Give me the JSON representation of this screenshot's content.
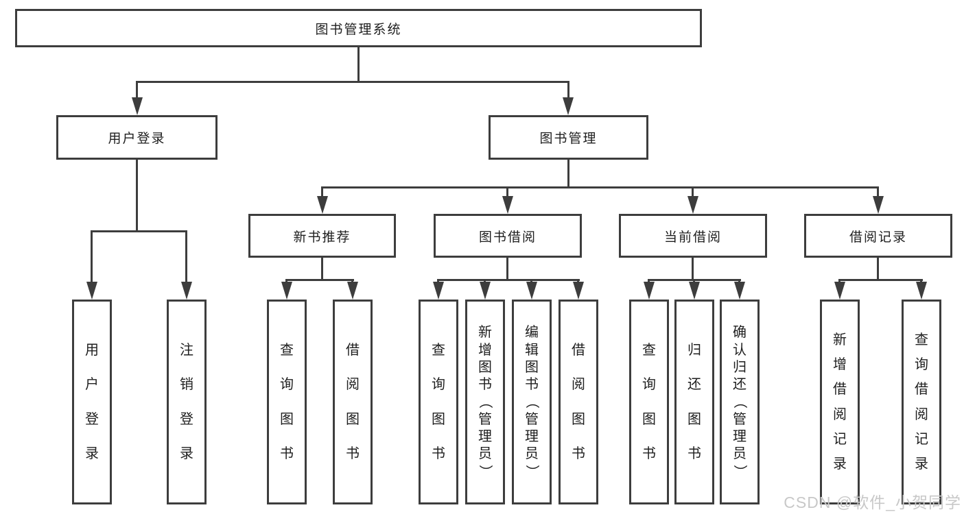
{
  "diagram_title": "图书管理系统",
  "nodes": {
    "root": {
      "label": "图书管理系统"
    },
    "user_login": {
      "label": "用户登录",
      "parent": "图书管理系统"
    },
    "book_mgmt": {
      "label": "图书管理",
      "parent": "图书管理系统"
    },
    "new_book_rec": {
      "label": "新书推荐",
      "parent": "图书管理"
    },
    "book_borrow": {
      "label": "图书借阅",
      "parent": "图书管理"
    },
    "current_borrow": {
      "label": "当前借阅",
      "parent": "图书管理"
    },
    "borrow_record": {
      "label": "借阅记录",
      "parent": "图书管理"
    }
  },
  "leaves": [
    {
      "label": "用户登录",
      "parent": "用户登录"
    },
    {
      "label": "注销登录",
      "parent": "用户登录"
    },
    {
      "label": "查询图书",
      "parent": "新书推荐"
    },
    {
      "label": "借阅图书",
      "parent": "新书推荐"
    },
    {
      "label": "查询图书",
      "parent": "图书借阅"
    },
    {
      "label": "新增图书（管理员）",
      "parent": "图书借阅"
    },
    {
      "label": "编辑图书（管理员）",
      "parent": "图书借阅"
    },
    {
      "label": "借阅图书",
      "parent": "图书借阅"
    },
    {
      "label": "查询图书",
      "parent": "当前借阅"
    },
    {
      "label": "归还图书",
      "parent": "当前借阅"
    },
    {
      "label": "确认归还（管理员）",
      "parent": "当前借阅"
    },
    {
      "label": "新增借阅记录",
      "parent": "借阅记录"
    },
    {
      "label": "查询借阅记录",
      "parent": "借阅记录"
    }
  ],
  "watermark": {
    "text": "CSDN @软件_小贺同学"
  },
  "colors": {
    "line": "#3d3d3d",
    "text": "#1e1e1e",
    "watermark": "#c8c8c8",
    "background": "#ffffff"
  }
}
